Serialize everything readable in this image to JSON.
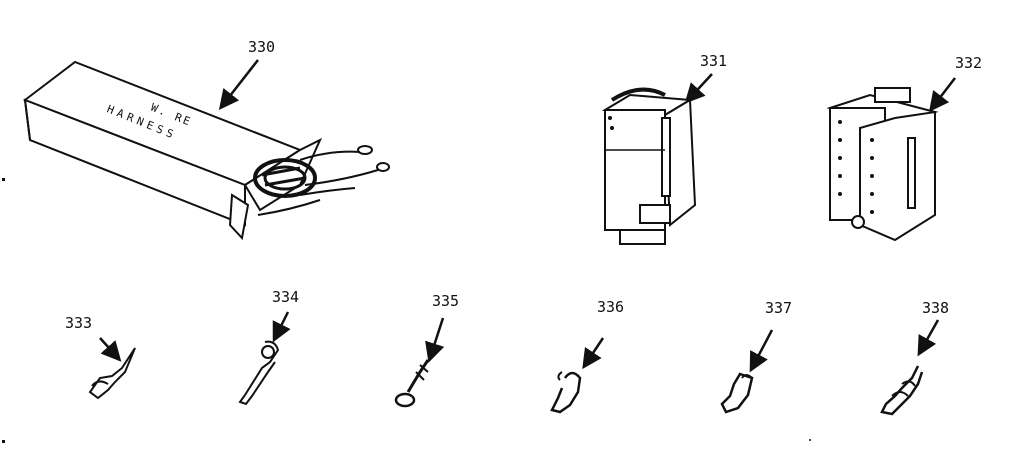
{
  "parts": [
    {
      "id": "330",
      "name": "wire-harness-box",
      "box_text_line1": "W. RE",
      "box_text_line2": "HARNESS"
    },
    {
      "id": "331",
      "name": "connector-housing-a"
    },
    {
      "id": "332",
      "name": "connector-housing-b"
    },
    {
      "id": "333",
      "name": "terminal-333"
    },
    {
      "id": "334",
      "name": "terminal-334"
    },
    {
      "id": "335",
      "name": "terminal-335"
    },
    {
      "id": "336",
      "name": "terminal-336"
    },
    {
      "id": "337",
      "name": "terminal-337"
    },
    {
      "id": "338",
      "name": "terminal-338"
    }
  ],
  "colors": {
    "ink": "#111111",
    "paper": "#ffffff",
    "shade": "#333333"
  }
}
